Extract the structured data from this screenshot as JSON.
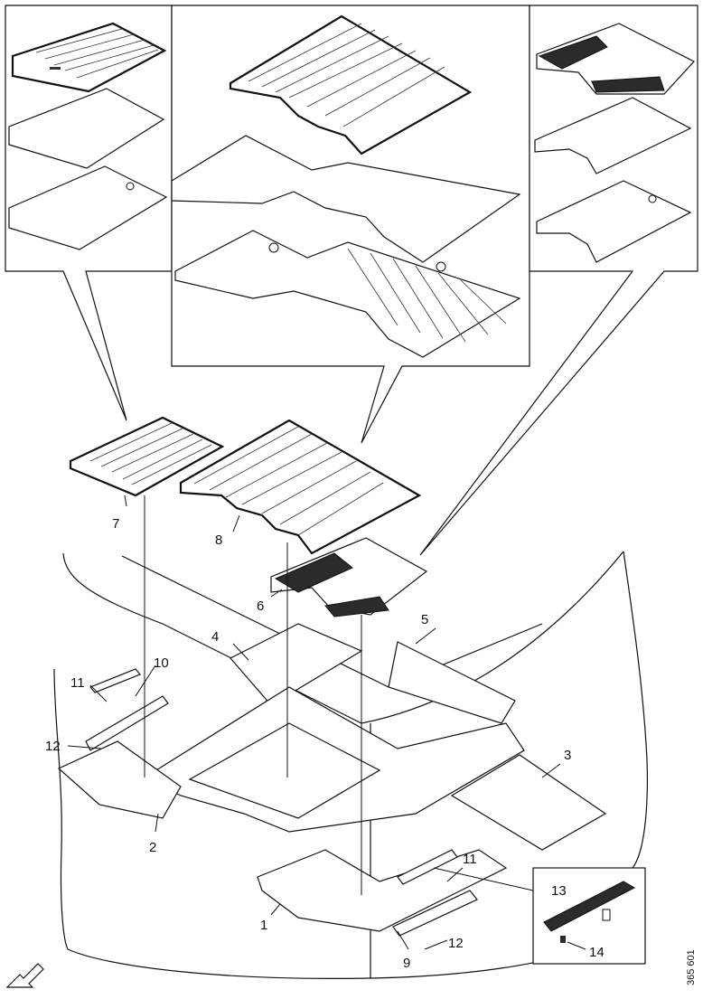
{
  "callouts": [
    {
      "label": "1"
    },
    {
      "label": "2"
    },
    {
      "label": "3"
    },
    {
      "label": "4"
    },
    {
      "label": "5"
    },
    {
      "label": "6"
    },
    {
      "label": "7"
    },
    {
      "label": "8"
    },
    {
      "label": "9"
    },
    {
      "label": "10"
    },
    {
      "label": "11"
    },
    {
      "label": "11"
    },
    {
      "label": "12"
    },
    {
      "label": "12"
    },
    {
      "label": "13"
    },
    {
      "label": "14"
    }
  ],
  "drawing_number": "365 601",
  "icons": {
    "orientation_arrow": "arrow-down-left-icon"
  }
}
